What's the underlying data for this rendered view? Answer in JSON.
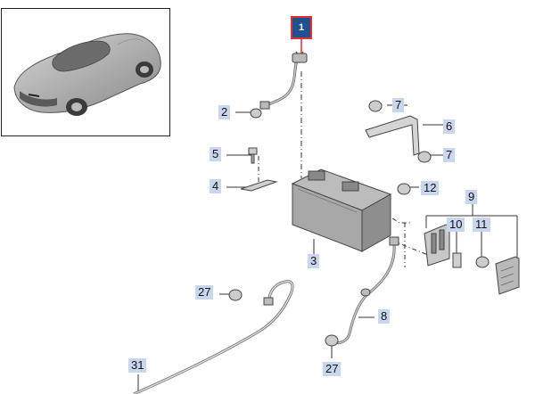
{
  "diagram": {
    "selected_callout": "1",
    "callouts": [
      {
        "id": "c1",
        "label": "1",
        "selected": true
      },
      {
        "id": "c2",
        "label": "2"
      },
      {
        "id": "c3",
        "label": "3"
      },
      {
        "id": "c4",
        "label": "4"
      },
      {
        "id": "c5",
        "label": "5"
      },
      {
        "id": "c6",
        "label": "6"
      },
      {
        "id": "c7a",
        "label": "7"
      },
      {
        "id": "c7b",
        "label": "7"
      },
      {
        "id": "c8",
        "label": "8"
      },
      {
        "id": "c9",
        "label": "9"
      },
      {
        "id": "c10",
        "label": "10"
      },
      {
        "id": "c11",
        "label": "11"
      },
      {
        "id": "c12",
        "label": "12"
      },
      {
        "id": "c27a",
        "label": "27"
      },
      {
        "id": "c27b",
        "label": "27"
      },
      {
        "id": "c31",
        "label": "31"
      }
    ],
    "colors": {
      "callout_bg": "#c8d7ee",
      "selected_bg": "#20508f",
      "selected_outline": "#e03030",
      "line": "#333333"
    },
    "thumbnail": {
      "icon": "car-silhouette-icon"
    }
  }
}
